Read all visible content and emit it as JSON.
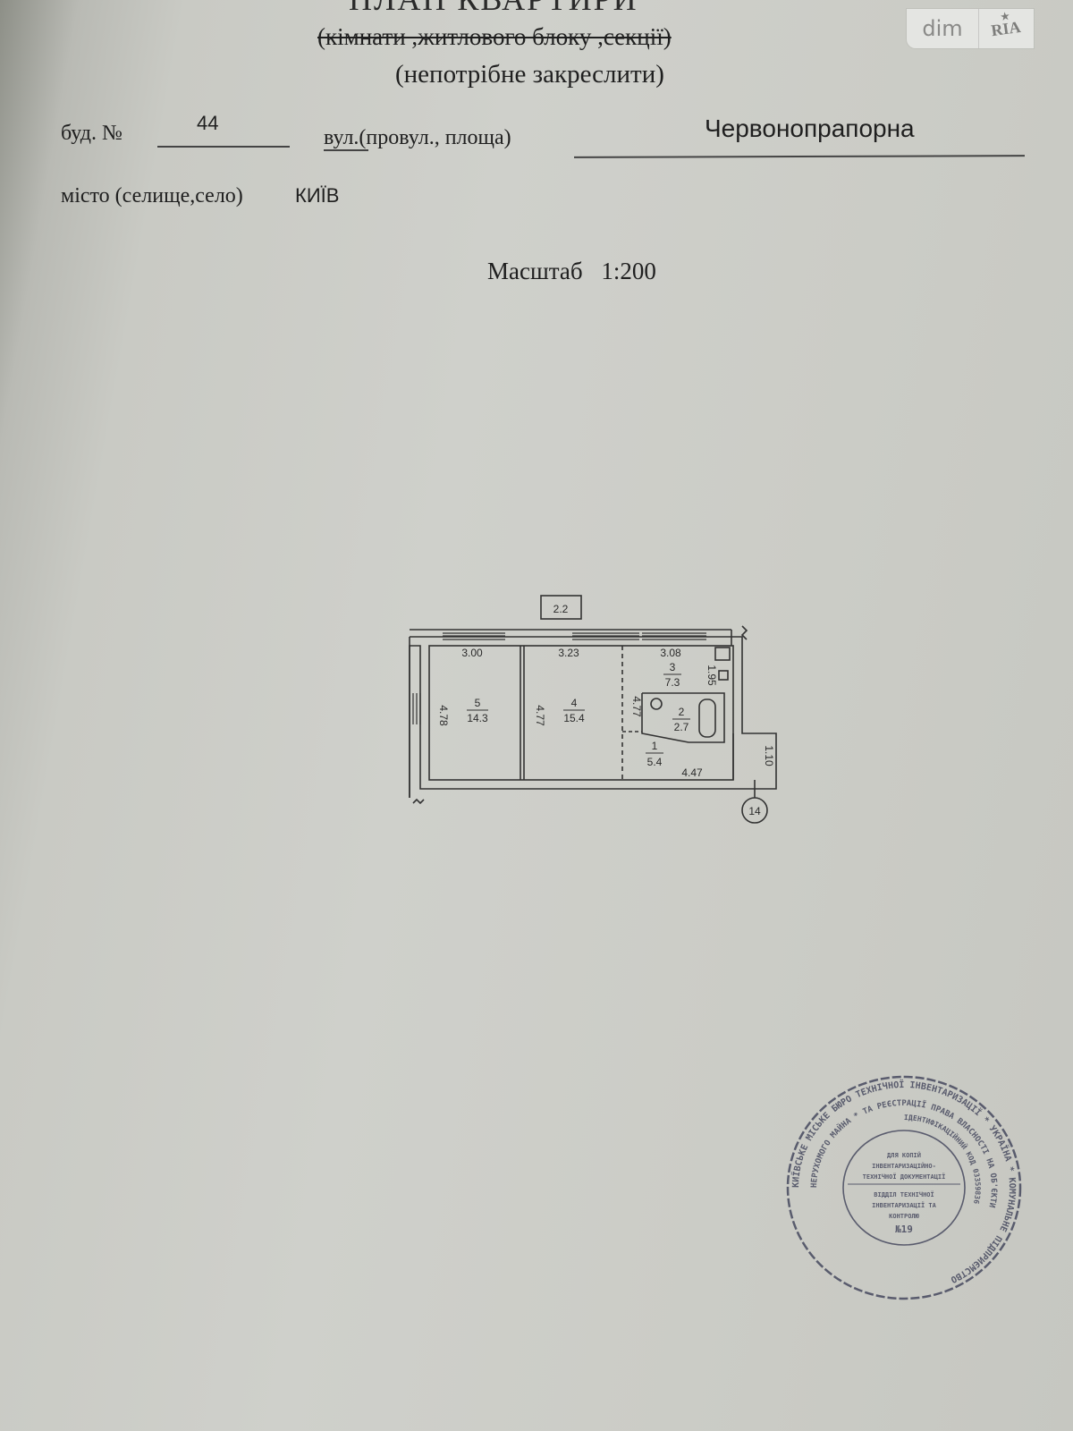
{
  "header": {
    "title": "ПЛАН КВАРТИРИ",
    "subtitle_struck": "(кімнати ,житлового блоку ,секції)",
    "subtitle_note": "(непотрібне закреслити)"
  },
  "watermark": {
    "left": "dim",
    "right": "RIA",
    "star": "★"
  },
  "address": {
    "building_label": "буд. №",
    "building_value": "44",
    "street_label": "вул.(провул., площа)",
    "street_value": "Червонопрапорна",
    "city_label": "місто (селище,село)",
    "city_value": "КИЇВ"
  },
  "scale": {
    "label": "Масштаб",
    "value": "1:200"
  },
  "floor_plan": {
    "balcony_area": "2.2",
    "axis_marker": "14",
    "dimensions": {
      "room5_width": "3.00",
      "room4_width": "3.23",
      "room3_width": "3.08",
      "room5_height": "4.78",
      "room4_height_left": "4.77",
      "room4_height_right": "4.77",
      "room3_height": "1.95",
      "hall_width": "4.47",
      "hall_right_height": "1.10"
    },
    "rooms": [
      {
        "number": "1",
        "area": "5.4"
      },
      {
        "number": "2",
        "area": "2.7"
      },
      {
        "number": "3",
        "area": "7.3"
      },
      {
        "number": "4",
        "area": "15.4"
      },
      {
        "number": "5",
        "area": "14.3"
      }
    ]
  },
  "stamp": {
    "outer_ring_text": "КИЇВСЬКЕ МІСЬКЕ БЮРО ТЕХНІЧНОЇ ІНВЕНТАРИЗАЦІЇ * УКРАЇНА * КОМУНАЛЬНЕ ПІДПРИЄМСТВО",
    "middle_ring_text": "НЕРУХОМОГО МАЙНА * ТА РЕЄСТРАЦІЇ ПРАВА ВЛАСНОСТІ НА ОБ'ЄКТИ",
    "id_code": "ІДЕНТИФІКАЦІЙНИЙ КОД 03359836",
    "center_top": [
      "ДЛЯ КОПІЙ",
      "ІНВЕНТАРИЗАЦІЙНО-",
      "ТЕХНІЧНОЇ ДОКУМЕНТАЦІЇ"
    ],
    "center_bottom": [
      "ВІДДІЛ ТЕХНІЧНОЇ",
      "ІНВЕНТАРИЗАЦІЇ ТА",
      "КОНТРОЛЮ",
      "№19"
    ]
  }
}
